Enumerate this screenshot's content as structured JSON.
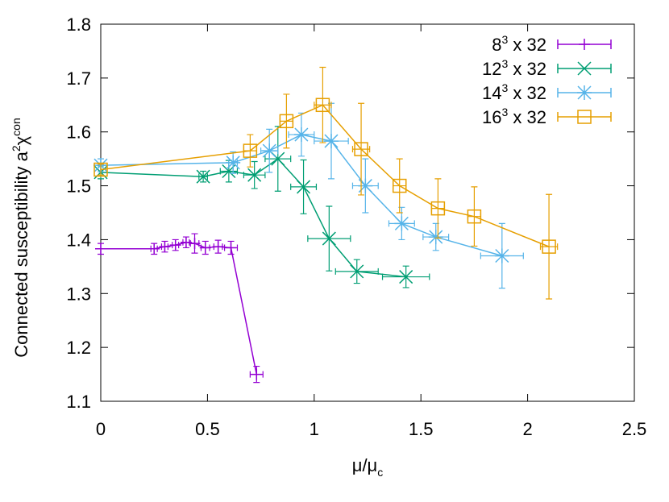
{
  "chart_data": {
    "type": "scatter",
    "xlabel": {
      "main": "μ/μ",
      "sub": "c"
    },
    "ylabel": {
      "main": "Connected susceptibility a",
      "sup1": "2",
      "chi": "χ",
      "sup2": "con"
    },
    "xlim": [
      0,
      2.5
    ],
    "ylim": [
      1.1,
      1.8
    ],
    "xticks": [
      0,
      0.5,
      1,
      1.5,
      2,
      2.5
    ],
    "xtick_labels": [
      "0",
      "0.5",
      "1",
      "1.5",
      "2",
      "2.5"
    ],
    "yticks": [
      1.1,
      1.2,
      1.3,
      1.4,
      1.5,
      1.6,
      1.7,
      1.8
    ],
    "ytick_labels": [
      "1.1",
      "1.2",
      "1.3",
      "1.4",
      "1.5",
      "1.6",
      "1.7",
      "1.8"
    ],
    "grid": false,
    "legend_position": "top-right",
    "series": [
      {
        "name": "8³ x 32",
        "legend": {
          "base": "8",
          "sup": "3",
          "rest": " x 32"
        },
        "marker": "plus",
        "color": "#9400d3",
        "points": [
          {
            "x": 0.0,
            "y": 1.383,
            "xerr": 0.0,
            "yerr": 0.01
          },
          {
            "x": 0.25,
            "y": 1.383,
            "xerr": 0.015,
            "yerr": 0.01
          },
          {
            "x": 0.3,
            "y": 1.387,
            "xerr": 0.015,
            "yerr": 0.01
          },
          {
            "x": 0.35,
            "y": 1.39,
            "xerr": 0.015,
            "yerr": 0.01
          },
          {
            "x": 0.4,
            "y": 1.395,
            "xerr": 0.015,
            "yerr": 0.01
          },
          {
            "x": 0.44,
            "y": 1.393,
            "xerr": 0.02,
            "yerr": 0.018
          },
          {
            "x": 0.49,
            "y": 1.385,
            "xerr": 0.02,
            "yerr": 0.012
          },
          {
            "x": 0.55,
            "y": 1.387,
            "xerr": 0.02,
            "yerr": 0.012
          },
          {
            "x": 0.61,
            "y": 1.385,
            "xerr": 0.03,
            "yerr": 0.012
          },
          {
            "x": 0.73,
            "y": 1.15,
            "xerr": 0.03,
            "yerr": 0.015
          }
        ]
      },
      {
        "name": "12³ x 32",
        "legend": {
          "base": "12",
          "sup": "3",
          "rest": " x 32"
        },
        "marker": "cross",
        "color": "#009e73",
        "points": [
          {
            "x": 0.0,
            "y": 1.525,
            "xerr": 0.0,
            "yerr": 0.012
          },
          {
            "x": 0.48,
            "y": 1.517,
            "xerr": 0.02,
            "yerr": 0.01
          },
          {
            "x": 0.6,
            "y": 1.527,
            "xerr": 0.04,
            "yerr": 0.02
          },
          {
            "x": 0.72,
            "y": 1.52,
            "xerr": 0.05,
            "yerr": 0.025
          },
          {
            "x": 0.83,
            "y": 1.55,
            "xerr": 0.06,
            "yerr": 0.06
          },
          {
            "x": 0.95,
            "y": 1.498,
            "xerr": 0.06,
            "yerr": 0.05
          },
          {
            "x": 1.07,
            "y": 1.402,
            "xerr": 0.1,
            "yerr": 0.06
          },
          {
            "x": 1.2,
            "y": 1.341,
            "xerr": 0.1,
            "yerr": 0.022
          },
          {
            "x": 1.43,
            "y": 1.331,
            "xerr": 0.11,
            "yerr": 0.02
          }
        ]
      },
      {
        "name": "14³ x 32",
        "legend": {
          "base": "14",
          "sup": "3",
          "rest": " x 32"
        },
        "marker": "star",
        "color": "#56b4e9",
        "points": [
          {
            "x": 0.0,
            "y": 1.538,
            "xerr": 0.0,
            "yerr": 0.012
          },
          {
            "x": 0.62,
            "y": 1.543,
            "xerr": 0.02,
            "yerr": 0.02
          },
          {
            "x": 0.79,
            "y": 1.565,
            "xerr": 0.04,
            "yerr": 0.04
          },
          {
            "x": 0.94,
            "y": 1.595,
            "xerr": 0.06,
            "yerr": 0.04
          },
          {
            "x": 1.08,
            "y": 1.583,
            "xerr": 0.08,
            "yerr": 0.07
          },
          {
            "x": 1.24,
            "y": 1.5,
            "xerr": 0.06,
            "yerr": 0.05
          },
          {
            "x": 1.41,
            "y": 1.43,
            "xerr": 0.06,
            "yerr": 0.03
          },
          {
            "x": 1.57,
            "y": 1.405,
            "xerr": 0.06,
            "yerr": 0.025
          },
          {
            "x": 1.88,
            "y": 1.37,
            "xerr": 0.1,
            "yerr": 0.06
          }
        ]
      },
      {
        "name": "16³ x 32",
        "legend": {
          "base": "16",
          "sup": "3",
          "rest": " x 32"
        },
        "marker": "square",
        "color": "#e69f00",
        "points": [
          {
            "x": 0.0,
            "y": 1.53,
            "xerr": 0.0,
            "yerr": 0.01
          },
          {
            "x": 0.7,
            "y": 1.565,
            "xerr": 0.03,
            "yerr": 0.03
          },
          {
            "x": 0.87,
            "y": 1.62,
            "xerr": 0.03,
            "yerr": 0.05
          },
          {
            "x": 1.04,
            "y": 1.65,
            "xerr": 0.04,
            "yerr": 0.07
          },
          {
            "x": 1.22,
            "y": 1.568,
            "xerr": 0.04,
            "yerr": 0.085
          },
          {
            "x": 1.4,
            "y": 1.5,
            "xerr": 0.03,
            "yerr": 0.05
          },
          {
            "x": 1.58,
            "y": 1.458,
            "xerr": 0.03,
            "yerr": 0.055
          },
          {
            "x": 1.75,
            "y": 1.443,
            "xerr": 0.03,
            "yerr": 0.055
          },
          {
            "x": 2.1,
            "y": 1.387,
            "xerr": 0.04,
            "yerr": 0.097
          }
        ]
      }
    ]
  }
}
